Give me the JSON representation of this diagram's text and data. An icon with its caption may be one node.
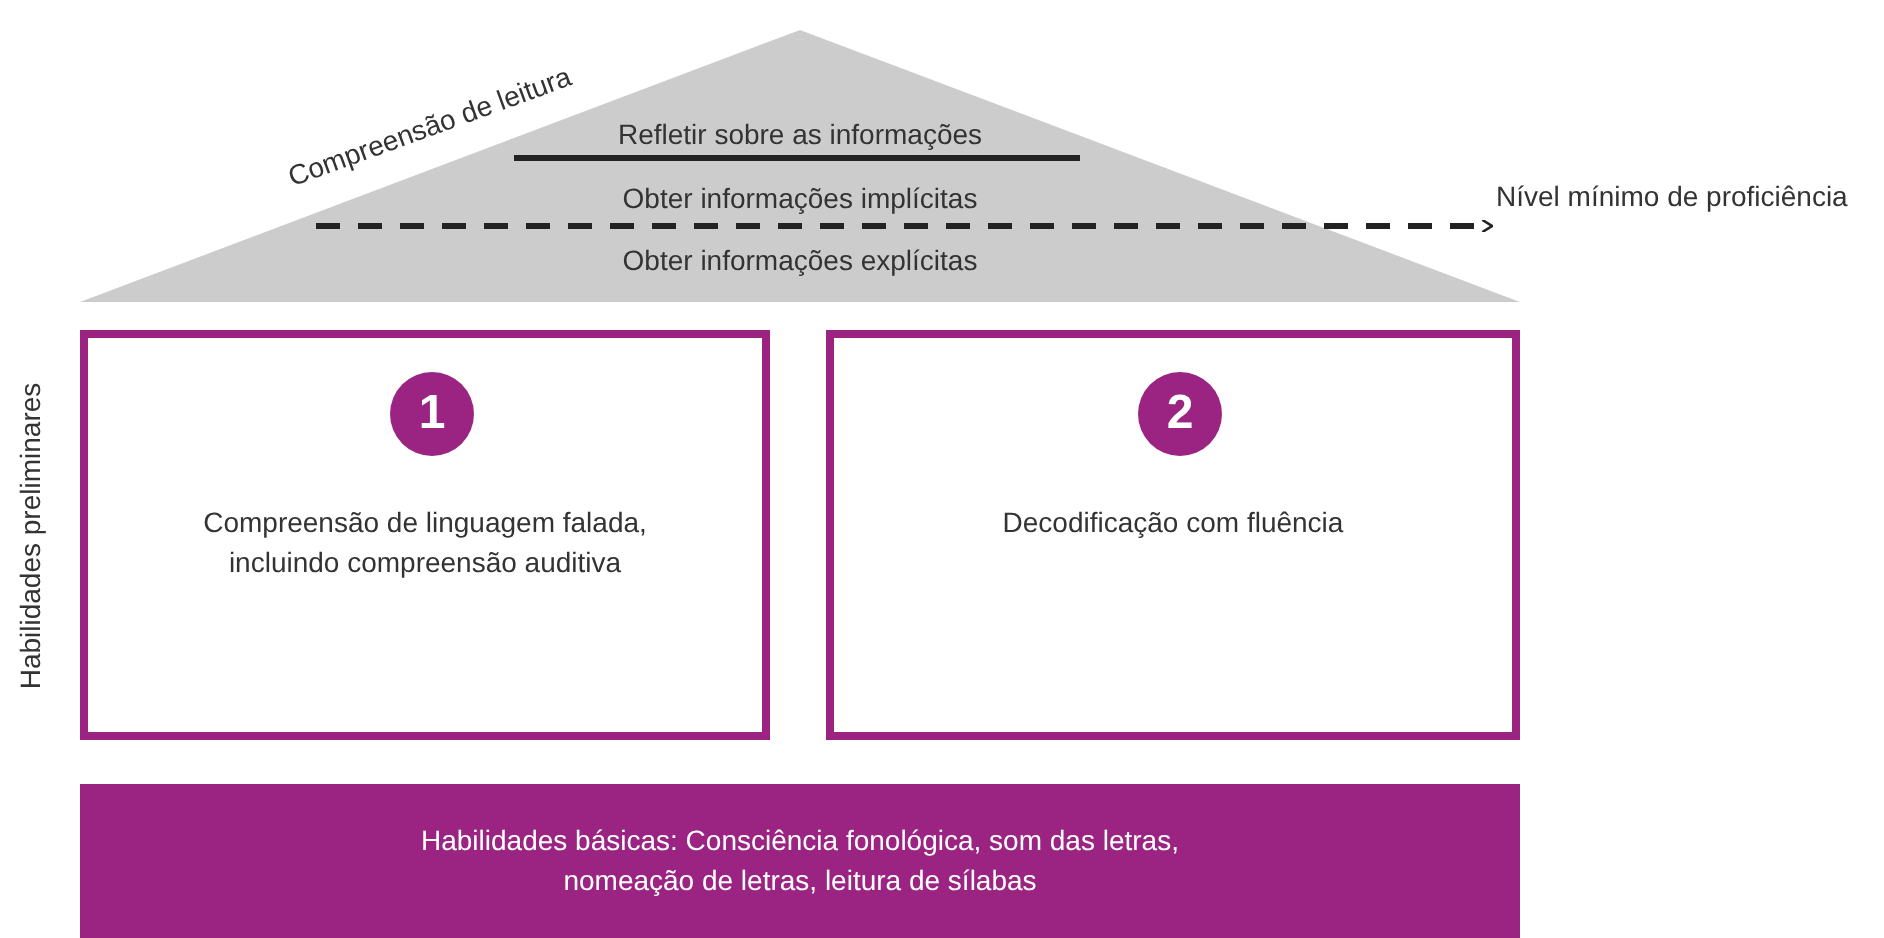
{
  "diagram": {
    "nodes": [
      {
        "text": [
          "Compreensão de leitura",
          "Refletir sobre as informações",
          "Obter informações implícitas",
          "Obter informações explícitas"
        ]
      },
      {
        "text": [
          "1",
          "Compreensão de linguagem falada, incluindo compreensão auditiva"
        ]
      },
      {
        "text": [
          "2",
          "Decodificação com fluência"
        ]
      },
      {
        "text": [
          "Habilidades básicas: Consciência fonológica, som das letras, nomeação de letras, leitura de sílabas"
        ]
      },
      {
        "text": [
          "Nível mínimo de proficiência"
        ]
      }
    ],
    "edges": [
      {
        "from": 0,
        "to": 4,
        "arrow": "to",
        "style": "dashed"
      }
    ],
    "labels": [
      "Habilidades preliminares"
    ]
  }
}
